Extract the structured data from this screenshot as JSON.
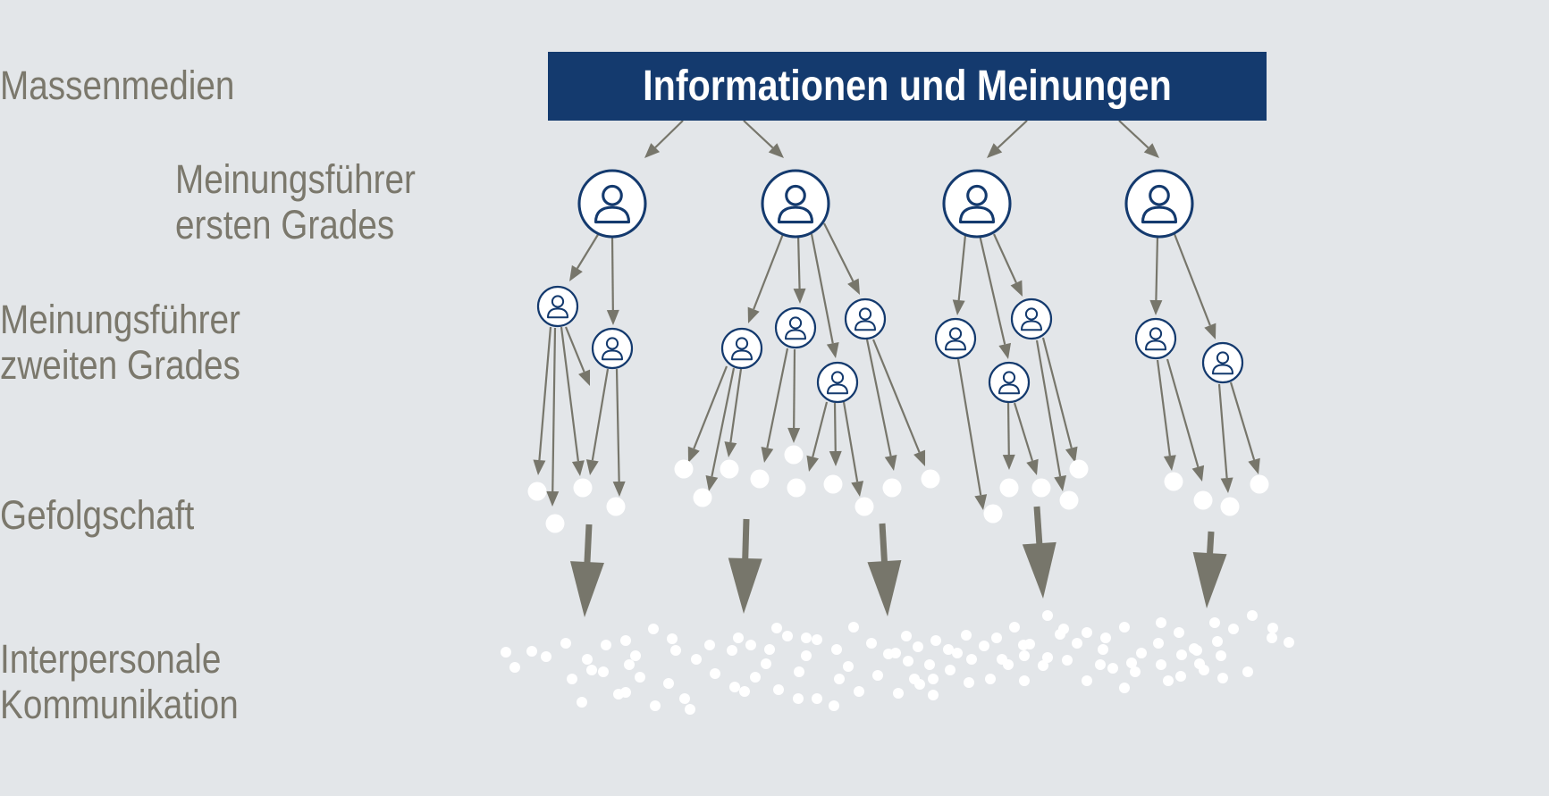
{
  "header": {
    "title": "Informationen und Meinungen"
  },
  "labels": {
    "mass_media": "Massenmedien",
    "leaders_1": [
      "Meinungsführer",
      "ersten Grades"
    ],
    "leaders_2": [
      "Meinungsführer",
      "zweiten Grades"
    ],
    "followers": "Gefolgschaft",
    "interpersonal": [
      "Interpersonale",
      "Kommunikation"
    ]
  },
  "colors": {
    "background": "#e3e6e9",
    "banner": "#143a6e",
    "person": "#143a6e",
    "arrow": "#77766b",
    "label": "#7b786c",
    "dot": "#ffffff"
  },
  "icons": {
    "person": "person-icon",
    "follower": "follower-dot",
    "crowd": "crowd-dot"
  }
}
